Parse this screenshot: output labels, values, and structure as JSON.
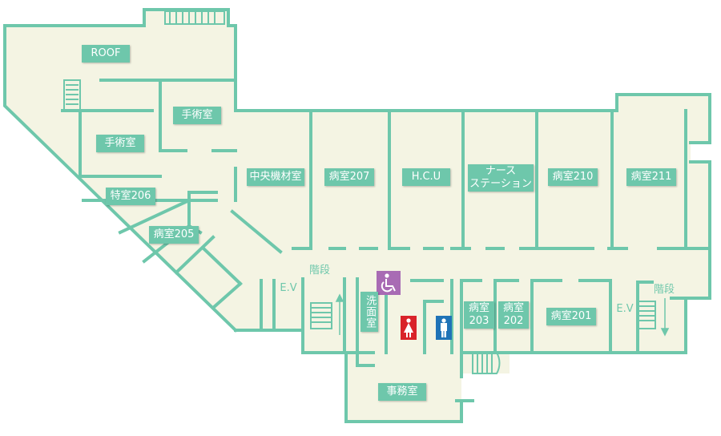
{
  "colors": {
    "wall": "#6ec7ab",
    "floor": "#f4f4e3",
    "label_bg": "#6ec7ab",
    "label_text": "#ffffff",
    "wheelchair": "#a86bb4",
    "toilet_female": "#d9232a",
    "toilet_male": "#1f73b7"
  },
  "rooms": {
    "roof": "ROOF",
    "surgery_upper": "手術室",
    "surgery_left": "手術室",
    "special_206": "特室206",
    "ward_205": "病室205",
    "central_materials": "中央機材室",
    "ward_207": "病室207",
    "hcu": "H.C.U",
    "nurse_station": "ナース\nステーション",
    "ward_210": "病室210",
    "ward_211": "病室211",
    "ward_203": "病室\n203",
    "ward_202": "病室\n202",
    "ward_201": "病室201",
    "office": "事務室",
    "washroom": "洗面室",
    "stairs_left": "階段",
    "stairs_right": "階段",
    "elevator_left": "E.V",
    "elevator_right": "E.V"
  },
  "icons": {
    "wheelchair": "wheelchair-icon",
    "female_toilet": "female-toilet-icon",
    "male_toilet": "male-toilet-icon",
    "stairs": "stairs-icon",
    "arrow_up": "arrow-up-icon",
    "arrow_down": "arrow-down-icon"
  }
}
